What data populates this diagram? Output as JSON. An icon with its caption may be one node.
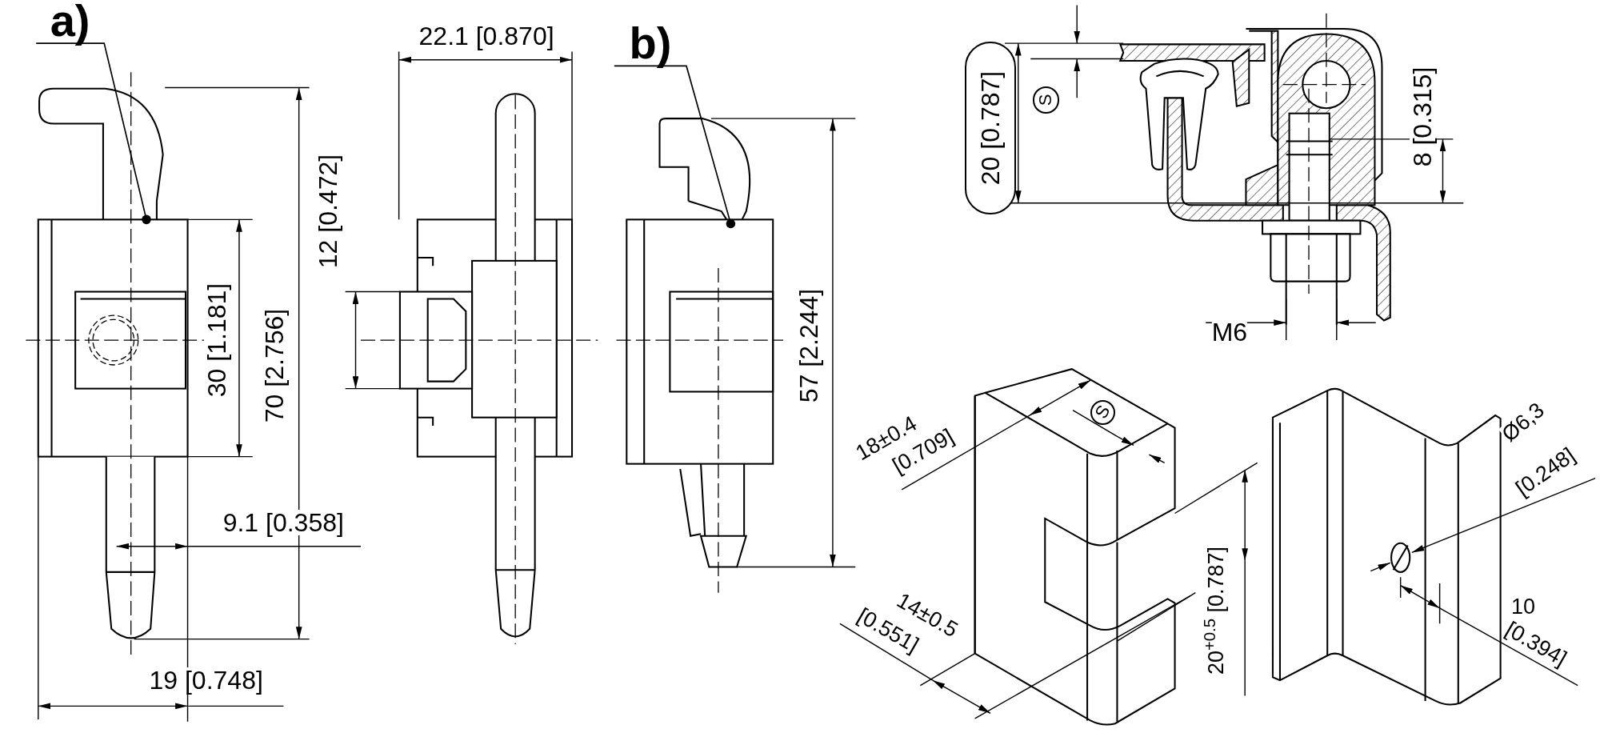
{
  "diagram": {
    "nodes": [
      {
        "text": [
          "a)"
        ]
      },
      {
        "text": [
          "b)"
        ]
      },
      {
        "text": [
          "20 [0.787]"
        ]
      },
      {
        "text": [
          "S"
        ]
      },
      {
        "text": [
          "S"
        ]
      }
    ],
    "edges": [
      {
        "from": 0,
        "to": null,
        "arrow": "other"
      },
      {
        "from": 1,
        "to": null,
        "arrow": "other"
      }
    ],
    "labels": [
      "22.1 [0.870]",
      "12 [0.472]",
      "30 [1.181]",
      "70 [2.756]",
      "57 [2.244]",
      "8 [0.315]",
      "M6",
      "9.1 [0.358]",
      "19 [0.748]",
      "18±0.4",
      "[0.709]",
      "Ø6,3",
      "[0.248]",
      "20$^{+0.5}$ [0.787]",
      "10",
      "14±0.5",
      "[0.551]",
      "[0.394]"
    ]
  }
}
